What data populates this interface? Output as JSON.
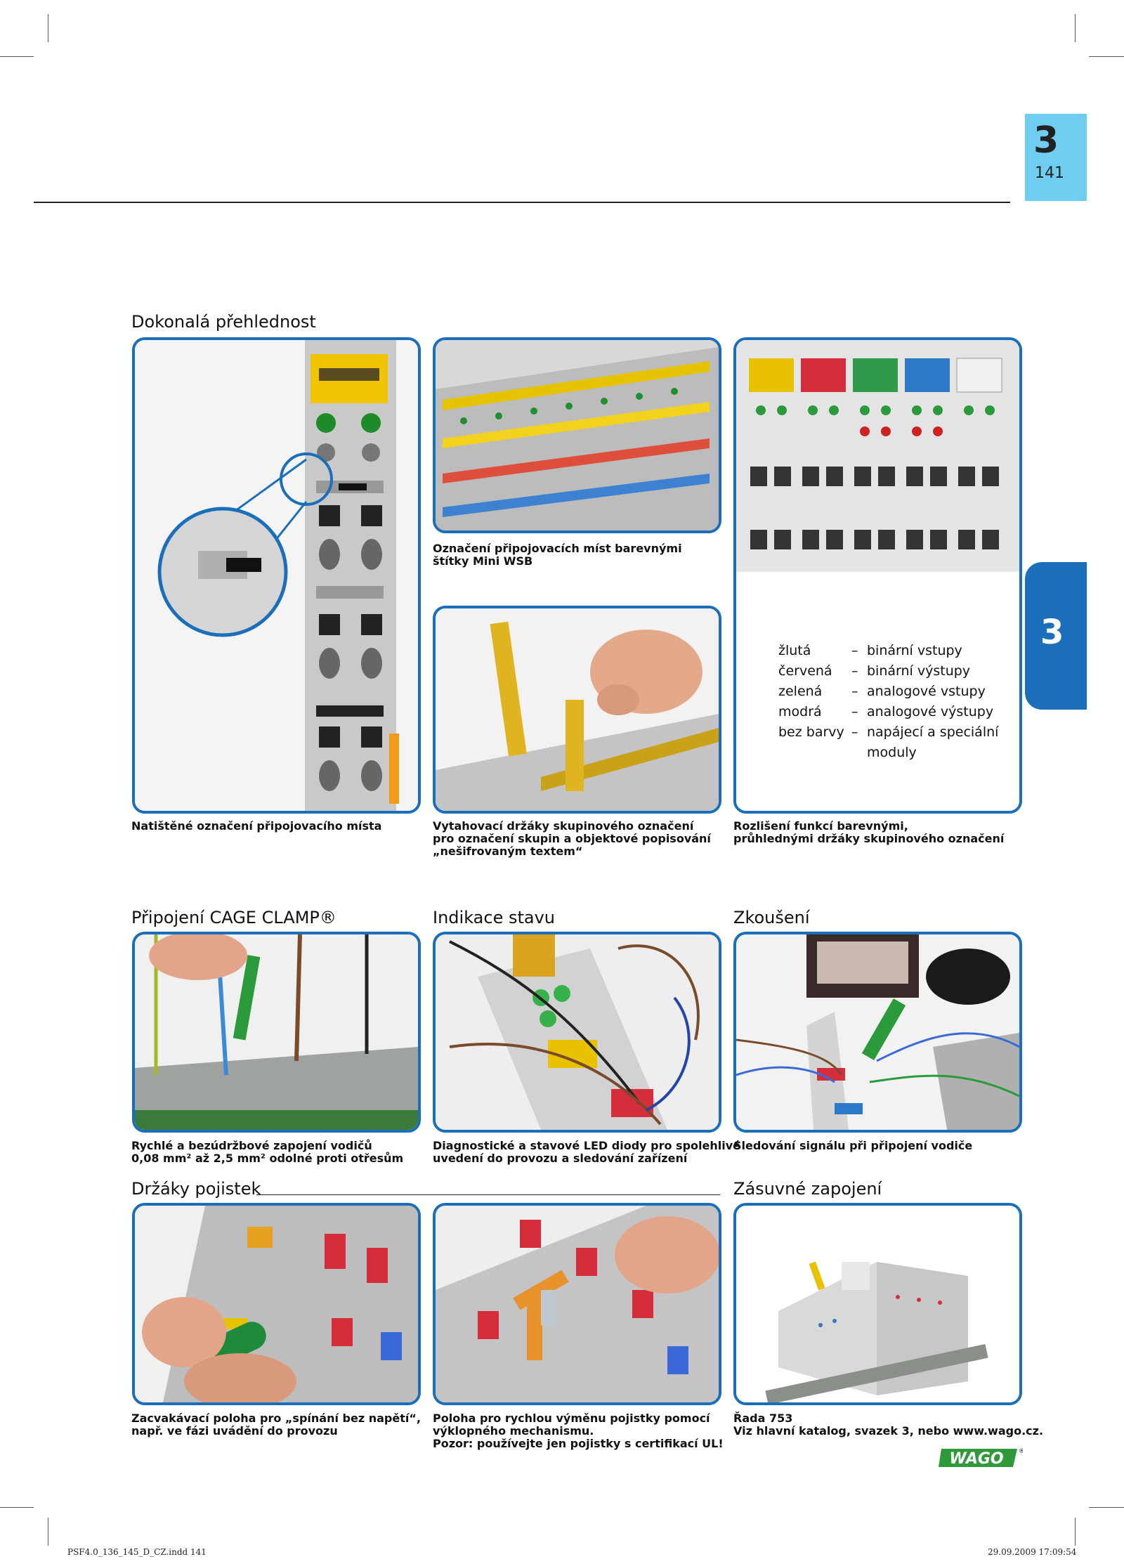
{
  "chapter": {
    "number": "3",
    "page": "141",
    "side_tab": "3"
  },
  "sections": {
    "overview": "Dokonalá přehlednost",
    "cage_clamp": "Připojení CAGE CLAMP®",
    "status": "Indikace stavu",
    "testing": "Zkoušení",
    "fuse_holders": "Držáky pojistek",
    "plug": "Zásuvné zapojení"
  },
  "captions": {
    "printed_marking": [
      "Natištěné označení připojovacího místa"
    ],
    "mini_wsb": [
      "Označení připojovacích míst barevnými",
      "štítky Mini WSB"
    ],
    "group_marker": [
      "Vytahovací držáky skupinového označení",
      "pro označení skupin a objektové popisování",
      "„nešifrovaným textem“"
    ],
    "color_function": [
      "Rozlišení funkcí barevnými,",
      "průhlednými držáky skupinového označení"
    ],
    "cage_clamp": [
      "Rychlé a bezúdržbové zapojení vodičů",
      "0,08 mm² až 2,5 mm² odolné proti otřesům"
    ],
    "status_led": [
      "Diagnostické a stavové LED diody pro spolehlivé",
      "uvedení do provozu a sledování zařízení"
    ],
    "testing": [
      "Sledování signálu při připojení vodiče"
    ],
    "fuse_switch": [
      "Zacvakávací poloha pro „spínání bez napětí“,",
      "např. ve fázi uvádění do provozu"
    ],
    "fuse_change": [
      "Poloha pro rychlou výměnu pojistky pomocí",
      "výklopného mechanismu.",
      "Pozor: používejte jen pojistky s certifikací UL!"
    ],
    "series": [
      "Řada 753",
      "Viz hlavní katalog, svazek 3, nebo www.wago.cz."
    ]
  },
  "legend": [
    {
      "color": "žlutá",
      "function": "binární vstupy"
    },
    {
      "color": "červená",
      "function": "binární výstupy"
    },
    {
      "color": "zelená",
      "function": "analogové vstupy"
    },
    {
      "color": "modrá",
      "function": "analogové výstupy"
    },
    {
      "color": "bez barvy",
      "function": "napájecí a speciální"
    },
    {
      "color": "",
      "function": "moduly"
    }
  ],
  "legend_dash": "–",
  "brand": "WAGO",
  "footer": {
    "left": "PSF4.0_136_145_D_CZ.indd   141",
    "right": "29.09.2009   17:09:54"
  },
  "colors": {
    "accent_blue": "#1b6fba",
    "tab_cyan": "#6fcdf1"
  }
}
